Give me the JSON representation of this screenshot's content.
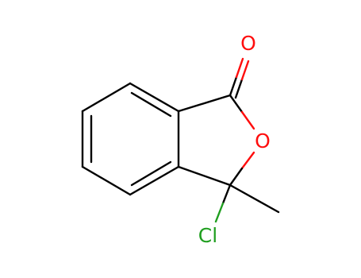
{
  "molecule": {
    "atoms": {
      "oxygen_carbonyl": {
        "label": "O",
        "color": "#ff0d0d"
      },
      "oxygen_ring": {
        "label": "O",
        "color": "#ff0d0d"
      },
      "chlorine": {
        "label": "Cl",
        "color": "#1f9e1f"
      }
    },
    "colors": {
      "bond": "#000000",
      "chlorine_bond": "#1f9e1f",
      "oxygen_bond": "#ff0d0d"
    }
  }
}
